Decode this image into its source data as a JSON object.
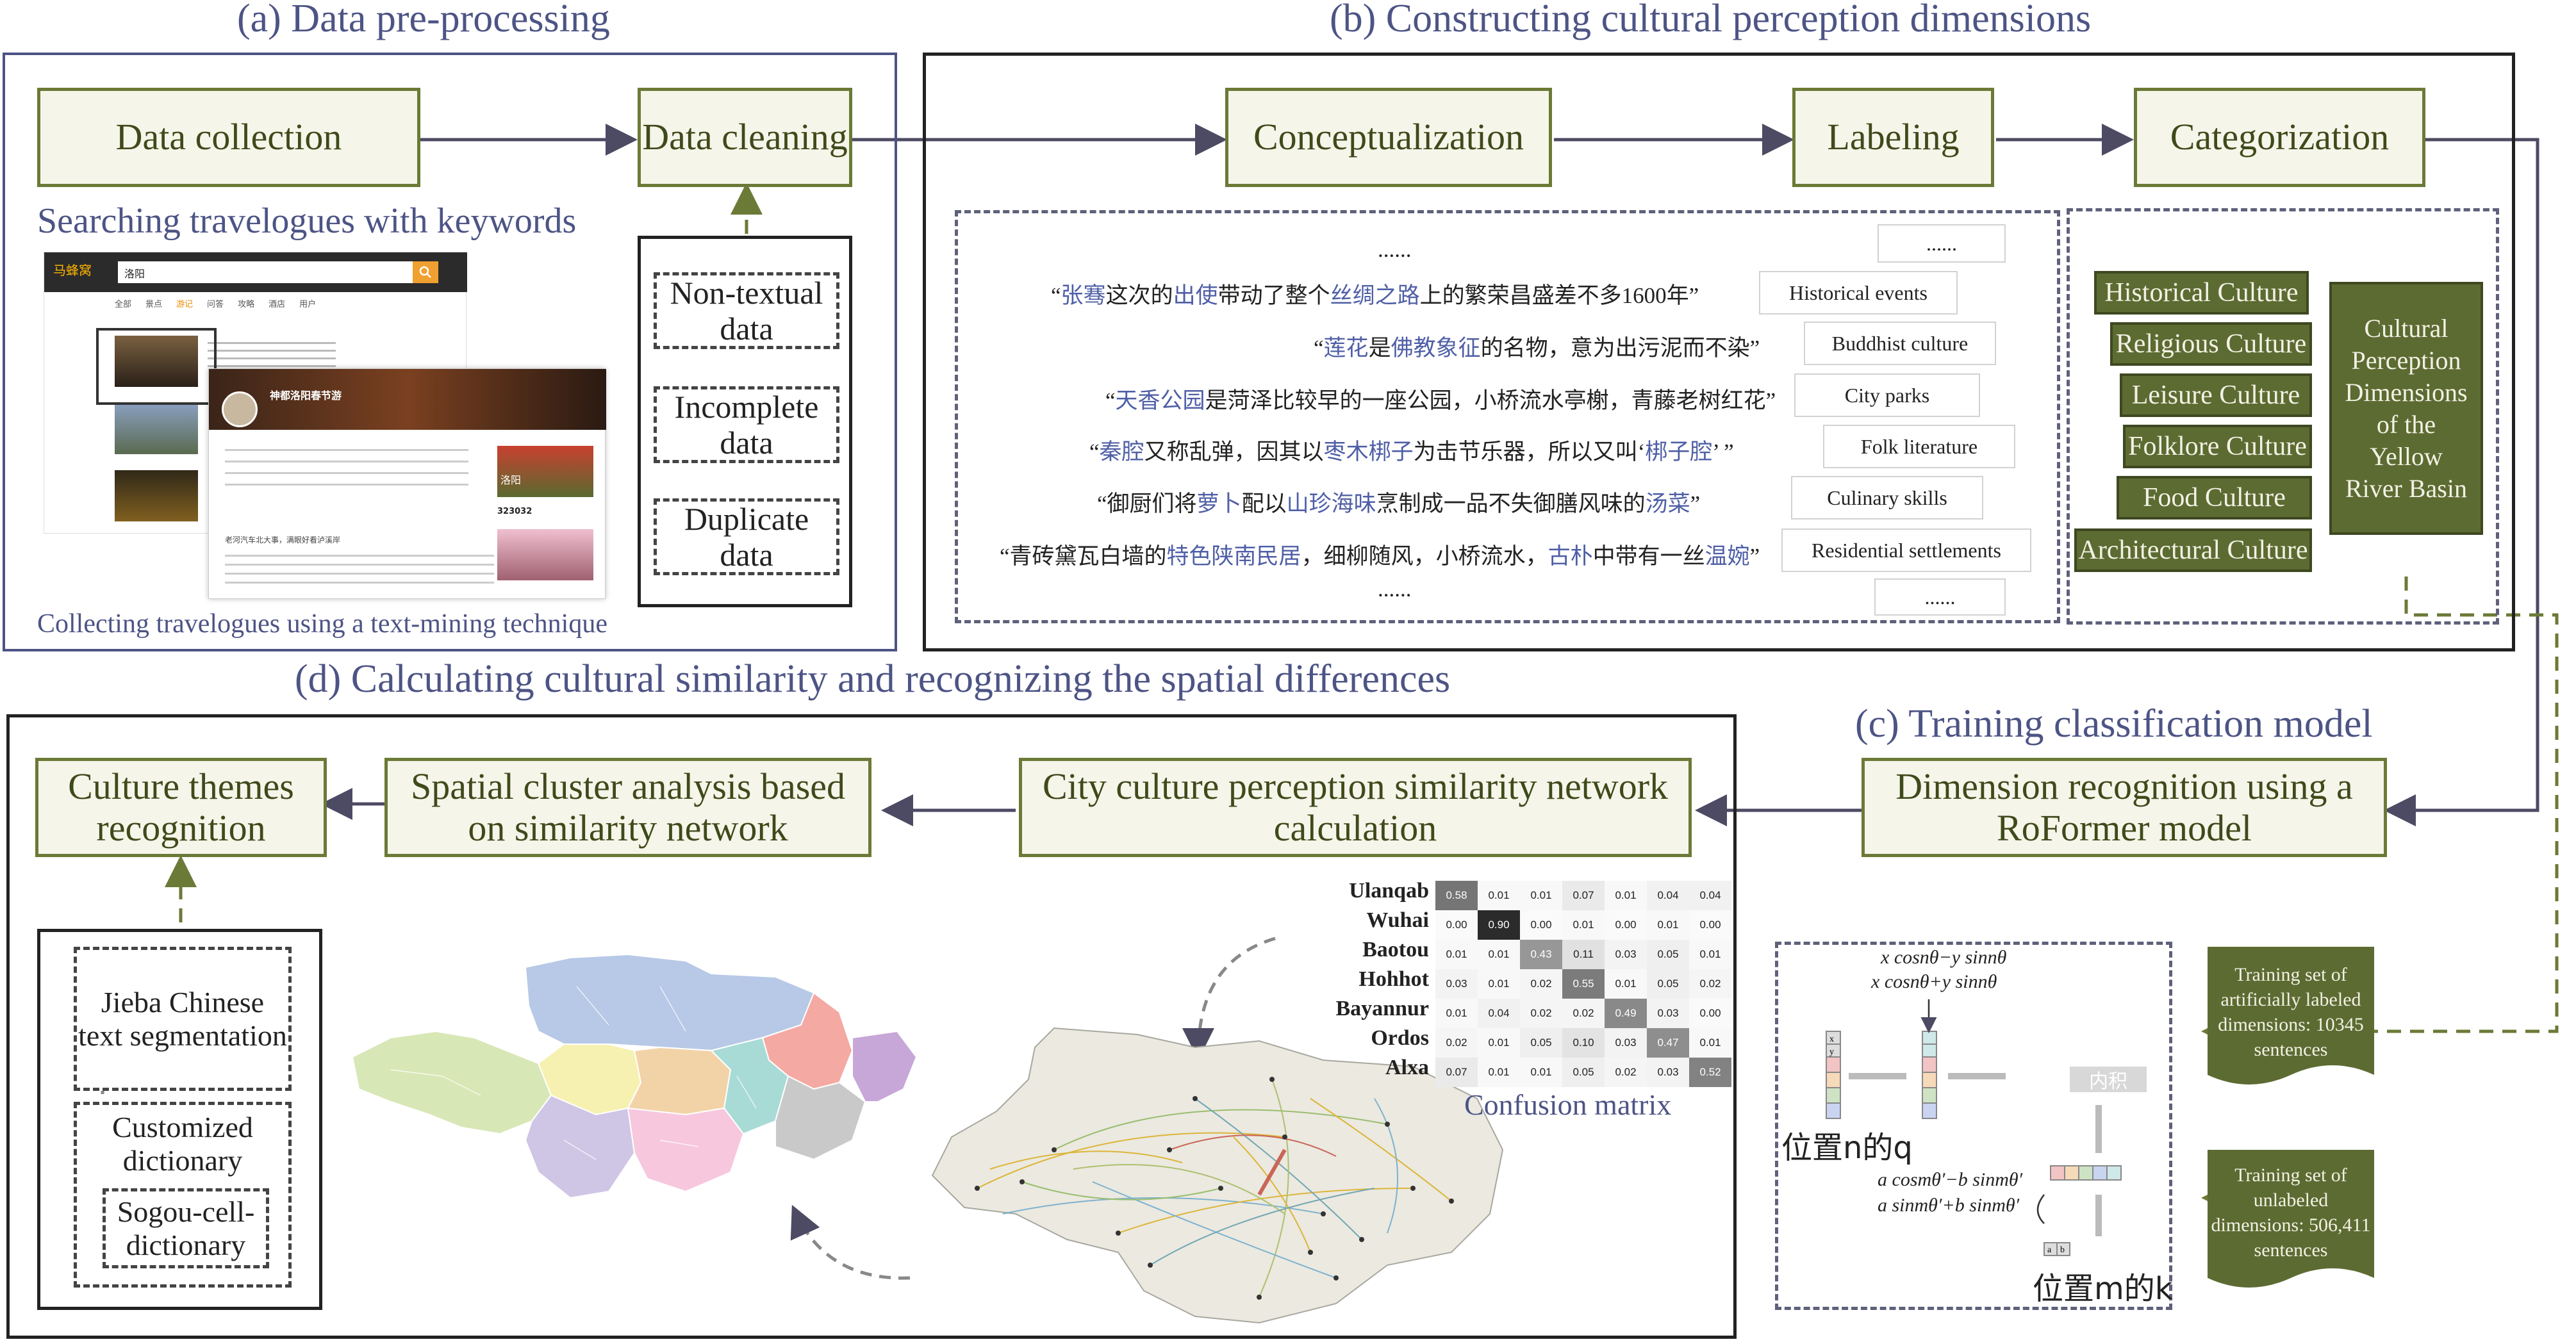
{
  "sections": {
    "a": "(a) Data pre-processing",
    "b": "(b) Constructing cultural perception dimensions",
    "c": "(c) Training classification model",
    "d": "(d) Calculating cultural similarity and recognizing the spatial differences"
  },
  "panel_a": {
    "data_collection": "Data collection",
    "data_cleaning": "Data cleaning",
    "searching_caption": "Searching travelogues with keywords",
    "collecting_caption": "Collecting travelogues using a text-mining technique",
    "cleaning_items": [
      "Non-textual data",
      "Incomplete data",
      "Duplicate data"
    ],
    "screenshot": {
      "site_name": "马蜂窝",
      "search_text": "洛阳",
      "nav_items": [
        "全部",
        "景点",
        "游记",
        "问答",
        "攻略",
        "酒店",
        "用户"
      ],
      "article_title": "神都洛阳春节游",
      "stat_value": "323032",
      "city_label": "洛阳",
      "body_line": "老河汽车北大事，满眼好看泸溪岸"
    }
  },
  "panel_b": {
    "conceptualization": "Conceptualization",
    "labeling": "Labeling",
    "categorization": "Categorization",
    "ellipsis": "......",
    "sentences": [
      [
        [
          "“",
          false
        ],
        [
          "张骞",
          true
        ],
        [
          "这次的",
          false
        ],
        [
          "出使",
          true
        ],
        [
          "带动了整个",
          false
        ],
        [
          "丝绸之路",
          true
        ],
        [
          "上的繁荣昌盛差不多1600年”",
          false
        ]
      ],
      [
        [
          "“",
          false
        ],
        [
          "莲花",
          true
        ],
        [
          "是",
          false
        ],
        [
          "佛教象征",
          true
        ],
        [
          "的名物，意为出污泥而不染”",
          false
        ]
      ],
      [
        [
          "“",
          false
        ],
        [
          "天香公园",
          true
        ],
        [
          "是菏泽比较早的一座公园，小桥流水亭榭，青藤老树红花”",
          false
        ]
      ],
      [
        [
          "“",
          false
        ],
        [
          "秦腔",
          true
        ],
        [
          "又称乱弹，因其以",
          false
        ],
        [
          "枣木梆子",
          true
        ],
        [
          "为击节乐器，所以又叫‘",
          false
        ],
        [
          "梆子腔",
          true
        ],
        [
          "’ ”",
          false
        ]
      ],
      [
        [
          "“御厨们将",
          false
        ],
        [
          "萝卜",
          true
        ],
        [
          "配以",
          false
        ],
        [
          "山珍海味",
          true
        ],
        [
          "烹制成一品不失御膳风味的",
          false
        ],
        [
          "汤菜",
          true
        ],
        [
          "”",
          false
        ]
      ],
      [
        [
          "“青砖黛瓦白墙的",
          false
        ],
        [
          "特色陕南民居",
          true
        ],
        [
          "，细柳随风，小桥流水，",
          false
        ],
        [
          "古朴",
          true
        ],
        [
          "中带有一丝",
          false
        ],
        [
          "温婉",
          true
        ],
        [
          "”",
          false
        ]
      ]
    ],
    "labels": [
      "Historical events",
      "Buddhist culture",
      "City parks",
      "Folk literature",
      "Culinary skills",
      "Residential settlements"
    ],
    "categories": [
      "Historical Culture",
      "Religious Culture",
      "Leisure Culture",
      "Folklore Culture",
      "Food Culture",
      "Architectural Culture"
    ],
    "dimensions_box": "Cultural Perception Dimensions of the Yellow River Basin"
  },
  "panel_c": {
    "recognition": "Dimension recognition using a RoFormer model",
    "training_labeled": "Training set of artificially labeled dimensions: 10345 sentences",
    "training_unlabeled": "Training set of unlabeled dimensions: 506,411 sentences",
    "formula_q1": "x cosnθ−y sinnθ",
    "formula_q2": "x cosnθ+y sinnθ",
    "formula_k1": "a cosmθ′−b sinmθ′",
    "formula_k2": "a sinmθ′+b sinmθ′",
    "pos_n": "位置n的q",
    "pos_m": "位置m的k",
    "inner": "内积",
    "vec_q_labels": [
      "x",
      "y"
    ],
    "vec_k_labels": [
      "a",
      "b"
    ]
  },
  "panel_d": {
    "themes": "Culture themes recognition",
    "spatial": "Spatial cluster analysis based on similarity network",
    "network_calc": "City culture perception similarity network calculation",
    "tools": [
      "Jieba Chinese text segmentation",
      "Customized dictionary",
      "Sogou-cell-dictionary"
    ],
    "confusion_caption": "Confusion matrix"
  },
  "confusion_matrix": {
    "rows": [
      "Ulanqab",
      "Wuhai",
      "Baotou",
      "Hohhot",
      "Bayannur",
      "Ordos",
      "Alxa"
    ],
    "values": [
      [
        "0.58",
        "0.01",
        "0.01",
        "0.07",
        "0.01",
        "0.04",
        "0.04"
      ],
      [
        "0.00",
        "0.90",
        "0.00",
        "0.01",
        "0.00",
        "0.01",
        "0.00"
      ],
      [
        "0.01",
        "0.01",
        "0.43",
        "0.11",
        "0.03",
        "0.05",
        "0.01"
      ],
      [
        "0.03",
        "0.01",
        "0.02",
        "0.55",
        "0.01",
        "0.05",
        "0.02"
      ],
      [
        "0.01",
        "0.04",
        "0.02",
        "0.02",
        "0.49",
        "0.03",
        "0.00"
      ],
      [
        "0.02",
        "0.01",
        "0.05",
        "0.10",
        "0.03",
        "0.47",
        "0.01"
      ],
      [
        "0.07",
        "0.01",
        "0.01",
        "0.05",
        "0.02",
        "0.03",
        "0.52"
      ]
    ]
  },
  "colors": {
    "green_box_border": "#6b7a36",
    "green_box_fill": "#f6f5ea",
    "dark_green": "#5c6b32",
    "title_blue": "#4d5485",
    "highlight": "#4f5fa6"
  }
}
